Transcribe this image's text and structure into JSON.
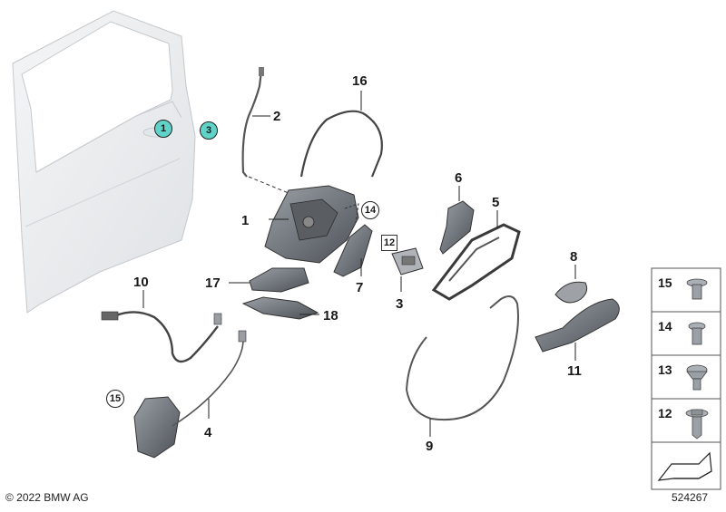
{
  "callouts": {
    "door_1": "1",
    "door_3": "3",
    "cable_2": "2",
    "rod_16": "16",
    "lock_1": "1",
    "screw_14": "14",
    "bracket_6": "6",
    "carrier_5": "5",
    "striker_12": "12",
    "striker_3": "3",
    "cover_8": "8",
    "bracket_7": "7",
    "part_17": "17",
    "part_18": "18",
    "cable_10": "10",
    "handle_11": "11",
    "actuator_15": "15",
    "cable_4": "4",
    "cable_9": "9"
  },
  "legend": [
    {
      "num": "15",
      "icon": "torx-flat-head-screw-icon"
    },
    {
      "num": "14",
      "icon": "torx-pan-head-screw-icon"
    },
    {
      "num": "13",
      "icon": "torx-countersunk-screw-icon"
    },
    {
      "num": "12",
      "icon": "hex-collar-screw-icon"
    }
  ],
  "footer": {
    "copyright": "© 2022 BMW AG",
    "diagram_id": "524267"
  },
  "colors": {
    "highlight": "#5fd3c8",
    "part_fill": "#7a7d82",
    "door_fill": "#eaecee"
  }
}
